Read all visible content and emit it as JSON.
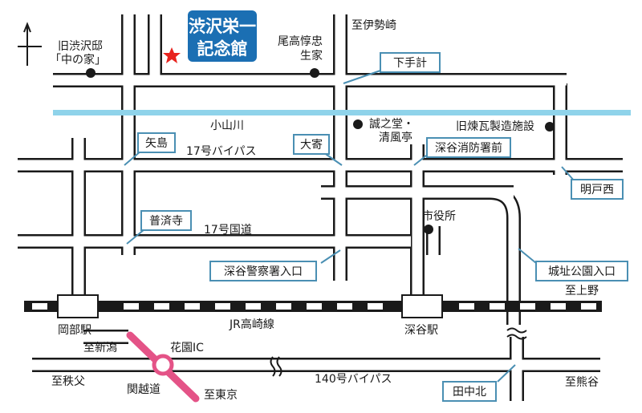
{
  "title": {
    "line1": "渋沢栄一",
    "line2": "記念館"
  },
  "colors": {
    "road_outline": "#1a1a1a",
    "river": "#8fd3ea",
    "label_box_border": "#4a8fb3",
    "title_bg": "#1b6fb3",
    "star": "#e8231e",
    "highway": "#e45387"
  },
  "icons": {
    "north": "north-arrow-icon",
    "target": "star-icon",
    "landmark": "dot-icon"
  },
  "labels": {
    "former_residence_1": "旧渋沢邸",
    "former_residence_2": "「中の家」",
    "odaka_1": "尾高惇忠",
    "odaka_2": "生家",
    "to_isesaki": "至伊勢崎",
    "shimotekei": "下手計",
    "river": "小山川",
    "seishido_1": "誠之堂・",
    "seishido_2": "清風亭",
    "brick": "旧煉瓦製造施設",
    "yajima": "矢島",
    "bypass17": "17号バイパス",
    "oyori": "大寄",
    "fukaya_fire": "深谷消防署前",
    "myoto_nishi": "明戸西",
    "city_hall": "市役所",
    "fusaiji": "普済寺",
    "route17": "17号国道",
    "police": "深谷警察署入口",
    "castle_park": "城址公園入口",
    "to_ueno": "至上野",
    "okabe_station": "岡部駅",
    "jr_line": "JR高崎線",
    "fukaya_station": "深谷駅",
    "to_niigata": "至新潟",
    "hanazono_ic": "花園IC",
    "to_chichibu": "至秩父",
    "kanetsu": "関越道",
    "to_tokyo": "至東京",
    "bypass140": "140号バイパス",
    "tanakakita": "田中北",
    "to_kumagaya": "至熊谷"
  }
}
